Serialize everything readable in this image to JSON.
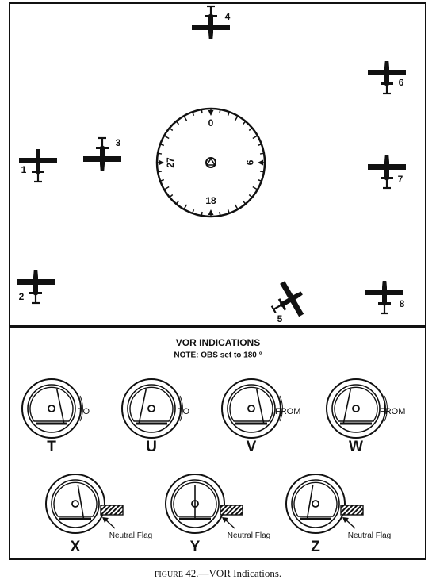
{
  "planes": [
    {
      "id": "1",
      "label": "1",
      "heading": 0,
      "tail": "down",
      "icon": "airplane-icon"
    },
    {
      "id": "2",
      "label": "2",
      "heading": 0,
      "tail": "down",
      "icon": "airplane-icon"
    },
    {
      "id": "3",
      "label": "3",
      "heading": 180,
      "tail": "up",
      "icon": "airplane-icon"
    },
    {
      "id": "4",
      "label": "4",
      "heading": 180,
      "tail": "up",
      "icon": "airplane-icon"
    },
    {
      "id": "5",
      "label": "5",
      "heading": 60,
      "tail": "down",
      "icon": "airplane-icon"
    },
    {
      "id": "6",
      "label": "6",
      "heading": 0,
      "tail": "down",
      "icon": "airplane-icon"
    },
    {
      "id": "7",
      "label": "7",
      "heading": 0,
      "tail": "down",
      "icon": "airplane-icon"
    },
    {
      "id": "8",
      "label": "8",
      "heading": 0,
      "tail": "down",
      "icon": "airplane-icon"
    }
  ],
  "dial": {
    "labels": {
      "north": "0",
      "east": "9",
      "south": "18",
      "west": "27"
    },
    "icon": "compass-rose-icon",
    "station_icon": "vor-station-icon"
  },
  "vor": {
    "title": "VOR INDICATIONS",
    "note": "NOTE: OBS set to 180 °",
    "indicators": [
      {
        "letter": "T",
        "flag": "TO",
        "needle_deflection": 0.6,
        "icon": "vor-indicator-icon"
      },
      {
        "letter": "U",
        "flag": "TO",
        "needle_deflection": -0.6,
        "icon": "vor-indicator-icon"
      },
      {
        "letter": "V",
        "flag": "FROM",
        "needle_deflection": 0.6,
        "icon": "vor-indicator-icon"
      },
      {
        "letter": "W",
        "flag": "FROM",
        "needle_deflection": -0.6,
        "icon": "vor-indicator-icon"
      },
      {
        "letter": "X",
        "flag": "Neutral Flag",
        "needle_deflection": 0.4,
        "icon": "vor-indicator-icon"
      },
      {
        "letter": "Y",
        "flag": "Neutral Flag",
        "needle_deflection": 0,
        "icon": "vor-indicator-icon"
      },
      {
        "letter": "Z",
        "flag": "Neutral Flag",
        "needle_deflection": -0.4,
        "icon": "vor-indicator-icon"
      }
    ]
  },
  "caption": {
    "figure": "FIGURE",
    "text": " 42.—VOR Indications."
  }
}
